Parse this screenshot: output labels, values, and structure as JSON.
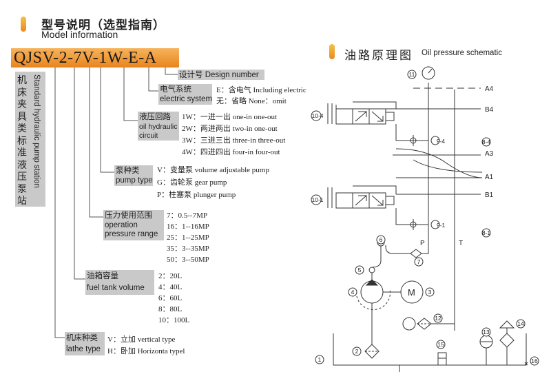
{
  "header": {
    "title_cn": "型号说明（选型指南）",
    "title_en": "Model information",
    "model_code": "QJSV-2-7V-1W-E-A"
  },
  "vertical_label": {
    "cn": "机床夹具类标准液压泵站",
    "en": "Standard hydraulic pump station"
  },
  "fields": {
    "design": {
      "label": "设计号 Design number"
    },
    "electric": {
      "label_cn": "电气系统",
      "label_en": "electric system",
      "options": [
        "E：含电气 Including electric",
        "无：省略      None：omit"
      ]
    },
    "circuit": {
      "label_cn": "液压回路",
      "label_en1": "oil hydraulic",
      "label_en2": "circuit",
      "options": [
        "1W：一进一出 one-in one-out",
        "2W：两进两出 two-in one-out",
        "3W：三进三出 three-in three-out",
        "4W：四进四出 four-in four-out"
      ]
    },
    "pump": {
      "label_cn": "泵种类",
      "label_en": "pump type",
      "options": [
        "V：变量泵 volume adjustable pump",
        "G：齿轮泵 gear pump",
        "P：柱塞泵 plunger pump"
      ]
    },
    "pressure": {
      "label_cn": "压力使用范围",
      "label_en1": "operation",
      "label_en2": "pressure range",
      "options": [
        "7：0.5--7MP",
        "16：1--16MP",
        "25：1--25MP",
        "35：3--35MP",
        "50：3--50MP"
      ]
    },
    "tank": {
      "label_cn": "油箱容量",
      "label_en": "fuel tank volume",
      "options": [
        "2：20L",
        "4：40L",
        "6：60L",
        "8：80L",
        "10：100L"
      ]
    },
    "lathe": {
      "label_cn": "机床种类",
      "label_en": "lathe type",
      "options": [
        "V：立加 vertical type",
        "H：卧加 Horizonta typel"
      ]
    }
  },
  "schematic": {
    "title_cn": "油路原理图",
    "title_en": "Oil pressure schematic",
    "ports": {
      "A4": "A4",
      "B4": "B4",
      "A3": "A3",
      "A1": "A1",
      "B1": "B1",
      "P": "P",
      "T": "T"
    },
    "callouts": {
      "c1": "1",
      "c2": "2",
      "c3": "3",
      "c4": "4",
      "c5": "5",
      "c6": "6",
      "c7": "7",
      "c8_4": "8-4",
      "c8_1": "8-1",
      "c9_4": "9-4",
      "c9_1": "9-1",
      "c10_4": "10-4",
      "c10_1": "10-1",
      "c11": "11",
      "c12": "12",
      "c13": "13",
      "c14": "14",
      "c15": "15",
      "c16": "16"
    },
    "motor_label": "M"
  },
  "colors": {
    "accent": "#f4a640",
    "gray_box": "#c9c9c9",
    "line": "#333333"
  }
}
